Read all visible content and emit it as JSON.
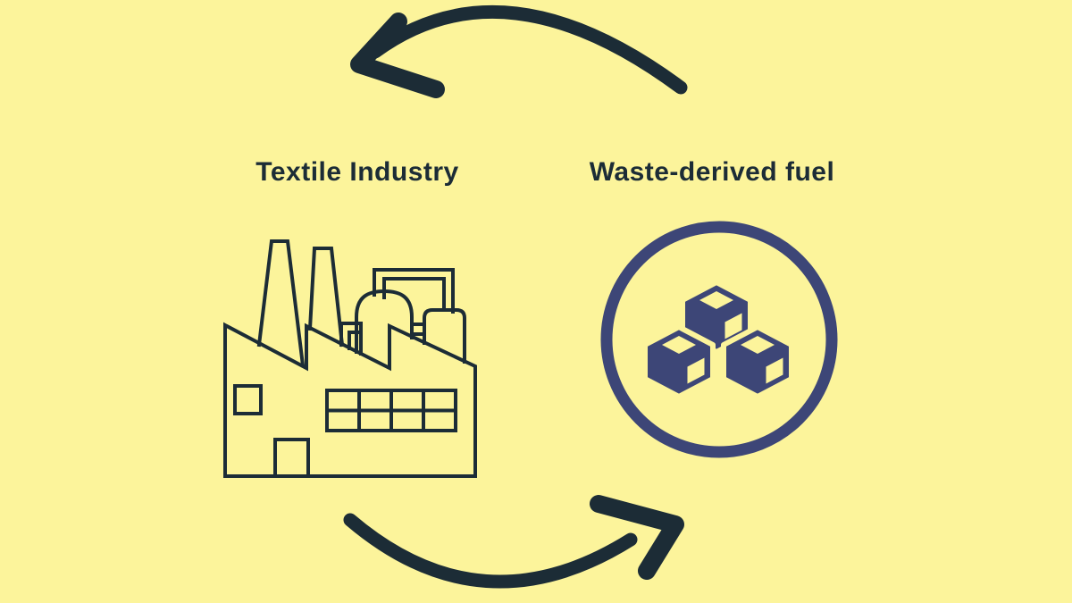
{
  "theme": {
    "background": "#FCF49B",
    "ink": "#1C2C36",
    "accent_indigo": "#3D4677"
  },
  "diagram": {
    "labels": {
      "left": "Textile Industry",
      "right": "Waste-derived fuel"
    },
    "icons": {
      "left": "factory-icon",
      "right": "fuel-cubes-icon"
    },
    "arrows": {
      "top": "curved arrow pointing left",
      "bottom": "curved arrow pointing right"
    }
  }
}
